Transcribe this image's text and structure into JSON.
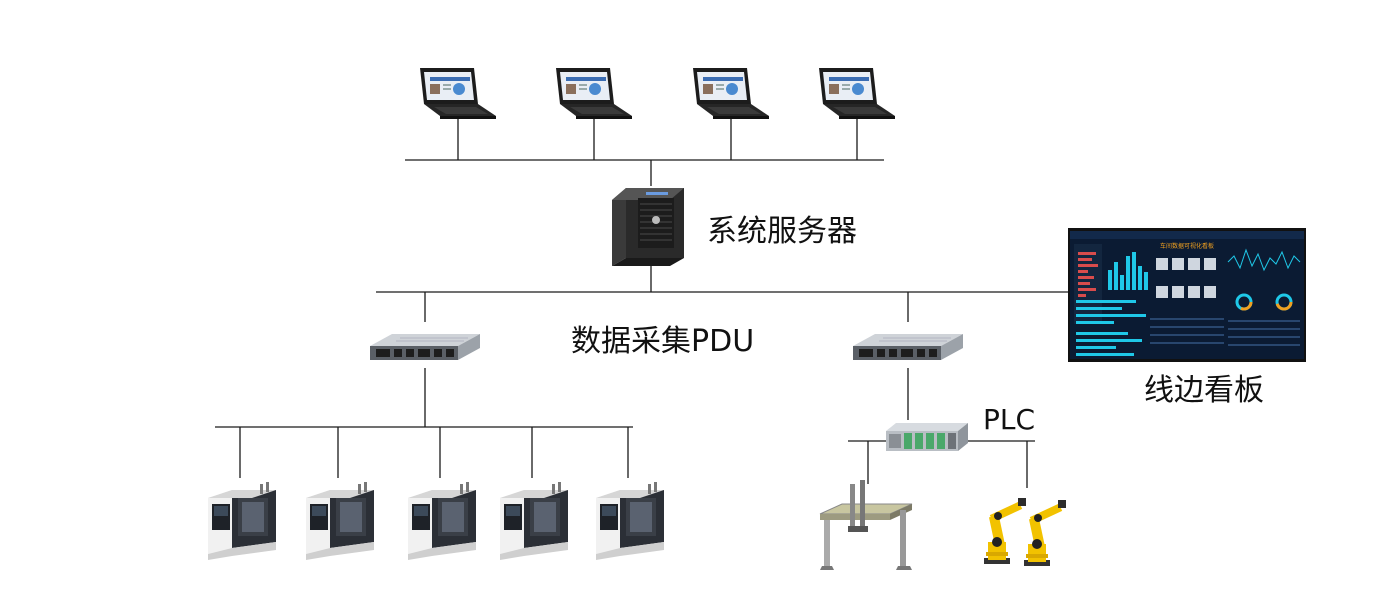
{
  "labels": {
    "server": "系统服务器",
    "pdu": "数据采集PDU",
    "plc": "PLC",
    "board": "线边看板"
  },
  "board_screen": {
    "title": "车间数据可视化看板"
  },
  "colors": {
    "line": "#1a1a1a",
    "laptop_body": "#1c1c1c",
    "server_body": "#2a2a2a",
    "board_bg": "#0b1b33",
    "board_accent": "#1fc8e8",
    "board_title": "#f0a020",
    "robot_yellow": "#f2c200",
    "machine_white": "#e8e8e8",
    "machine_dark": "#2b2f36"
  },
  "icons": {
    "laptop": "laptop-icon",
    "server": "tower-server-icon",
    "pdu": "industrial-pc-icon",
    "plc": "plc-rack-icon",
    "cnc": "cnc-machine-icon",
    "gantry": "gantry-robot-icon",
    "robot": "industrial-robot-icon",
    "board": "dashboard-screen-icon"
  }
}
